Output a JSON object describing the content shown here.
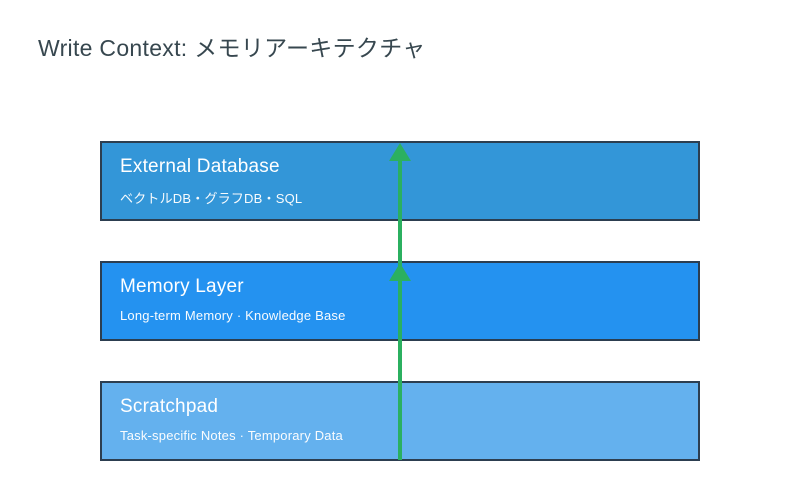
{
  "title": "Write Context: メモリアーキテクチャ",
  "layers": [
    {
      "name": "External Database",
      "subtitle": "ベクトルDB・グラフDB・SQL",
      "color": "#3396d8"
    },
    {
      "name": "Memory Layer",
      "subtitle": "Long-term Memory · Knowledge Base",
      "color": "#2492f0"
    },
    {
      "name": "Scratchpad",
      "subtitle": "Task-specific Notes · Temporary Data",
      "color": "#64b1ee"
    }
  ],
  "arrow": {
    "direction": "up",
    "color": "#2bb060"
  },
  "colors": {
    "background": "#ffffff",
    "box_border": "#2c3e50",
    "title_text": "#37474f",
    "box_text": "#ffffff"
  }
}
